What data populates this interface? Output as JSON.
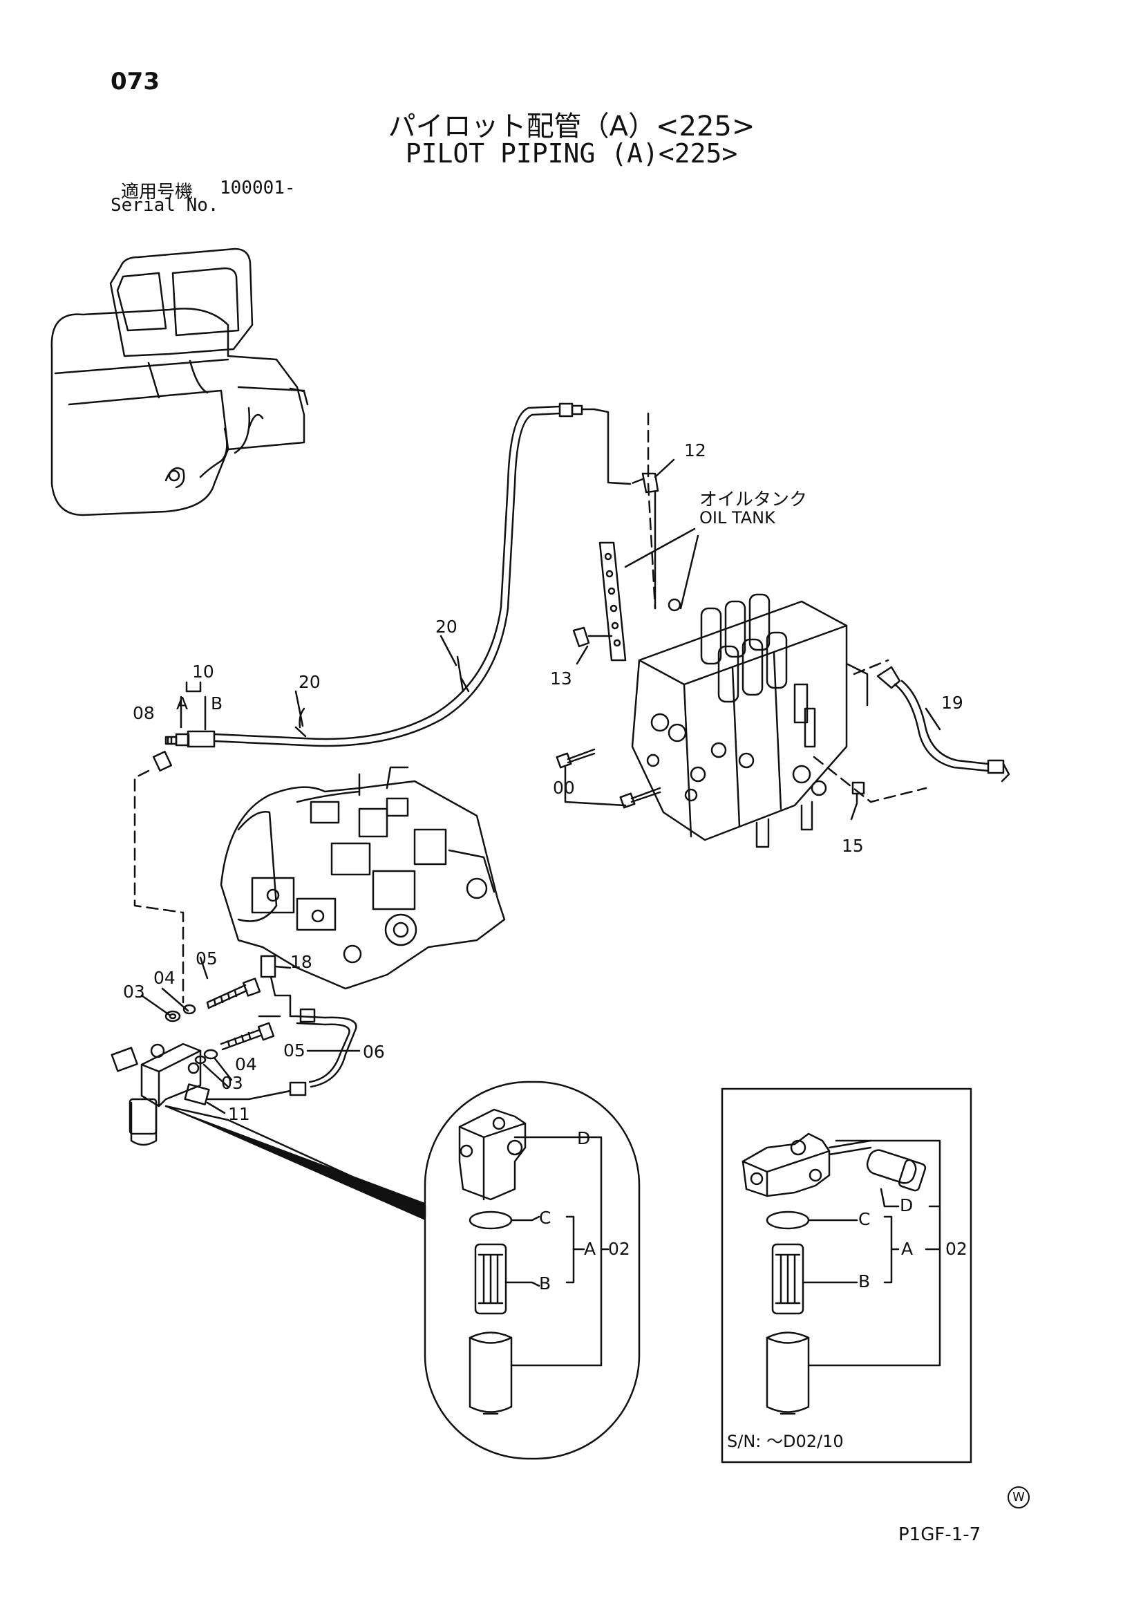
{
  "header": {
    "page_number": "073",
    "title_jp": "パイロット配管（A）<225>",
    "title_en": "PILOT PIPING (A)<225>",
    "serial_label_jp": "適用号機",
    "serial_range": "100001-",
    "serial_label_en": "Serial No."
  },
  "callouts": {
    "oil_tank_jp": "オイルタンク",
    "oil_tank_en": "OIL TANK",
    "parts": {
      "p12": "12",
      "p13": "13",
      "p20a": "20",
      "p20b": "20",
      "p10": "10",
      "pA": "A",
      "pB": "B",
      "p08": "08",
      "p19": "19",
      "p00": "00",
      "p15": "15",
      "p05a": "05",
      "p04a": "04",
      "p03a": "03",
      "p18": "18",
      "p05b": "05",
      "p06": "06",
      "p04b": "04",
      "p03b": "03",
      "p11": "11"
    },
    "detail_oval": {
      "D": "D",
      "C": "C",
      "A": "A",
      "B": "B",
      "num": "02"
    },
    "detail_box": {
      "D": "D",
      "C": "C",
      "A": "A",
      "B": "B",
      "num": "02"
    }
  },
  "footer": {
    "serial_note": "S/N: ～D02/10",
    "watermark": "W",
    "drawing_code": "P1GF-1-7"
  }
}
